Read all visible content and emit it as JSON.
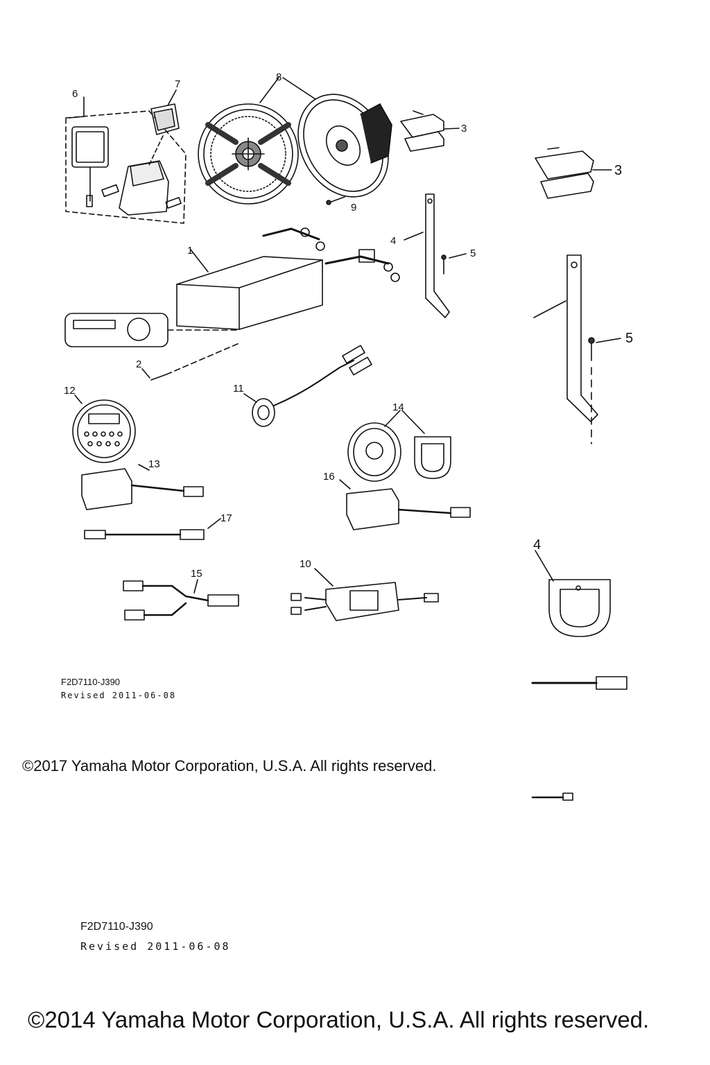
{
  "callouts": {
    "c1": "1",
    "c2": "2",
    "c3a": "3",
    "c3b": "3",
    "c4a": "4",
    "c4b": "4",
    "c5a": "5",
    "c5b": "5",
    "c6": "6",
    "c7": "7",
    "c8": "8",
    "c9": "9",
    "c10": "10",
    "c11": "11",
    "c12": "12",
    "c13": "13",
    "c14": "14",
    "c15": "15",
    "c16": "16",
    "c17": "17"
  },
  "diagram_code_small": "F2D7110-J390",
  "revised_small": "Revised 2011-06-08",
  "copyright_small": "©2017 Yamaha Motor Corporation, U.S.A. All rights reserved.",
  "diagram_code_big": "F2D7110-J390",
  "revised_big": "Revised 2011-06-08",
  "copyright_big": "©2014 Yamaha Motor Corporation, U.S.A. All rights reserved."
}
